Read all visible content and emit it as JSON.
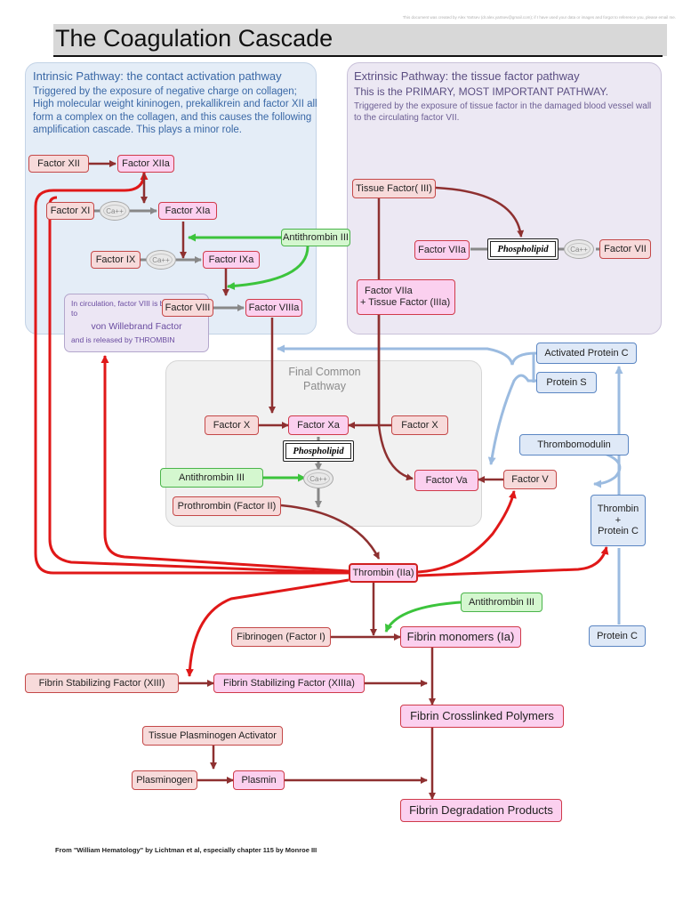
{
  "header": {
    "credit": "This document was created by Alex Yartsev (dr.alex.yartsev@gmail.com); if I have used your data or images and forgot to reference you, please email me.",
    "title": "The Coagulation Cascade"
  },
  "intrinsic": {
    "heading": "Intrinsic Pathway: the contact activation pathway",
    "text": "Triggered by the exposure of negative charge on collagen; High molecular weight kininogen, prekallikrein and factor XII all form a complex on the collagen, and this causes the following amplification cascade. This plays a minor role."
  },
  "extrinsic": {
    "heading": "Extrinsic Pathway: the tissue factor pathway",
    "primary": "This is the PRIMARY, MOST IMPORTANT PATHWAY.",
    "text": "Triggered by the exposure of tissue factor in the damaged blood vessel wall to the circulating factor VII."
  },
  "final_common": "Final Common Pathway",
  "vwf_note": {
    "line1": "In circulation, factor VIII is bound to",
    "line2": "von Willebrand Factor",
    "line3": "and is released by THROMBIN"
  },
  "calcium": "Ca++",
  "nodes": {
    "f12": "Factor XII",
    "f12a": "Factor XIIa",
    "f11": "Factor XI",
    "f11a": "Factor XIa",
    "f9": "Factor IX",
    "f9a": "Factor IXa",
    "at3_top": "Antithrombin III",
    "f8": "Factor VIII",
    "f8a": "Factor VIIIa",
    "tf": "Tissue Factor( III)",
    "f7a": "Factor VIIa",
    "phos_top": "Phospholipid",
    "f7": "Factor VII",
    "f7a_tf1": "Factor VIIa",
    "f7a_tf2": "+ Tissue Factor (IIIa)",
    "apc": "Activated Protein C",
    "ps": "Protein S",
    "tm": "Thrombomodulin",
    "f10_left": "Factor X",
    "f10a": "Factor Xa",
    "f10_right": "Factor X",
    "phos_mid": "Phospholipid",
    "at3_mid": "Antithrombin III",
    "f5a": "Factor Va",
    "f5": "Factor V",
    "prothrombin": "Prothrombin (Factor II)",
    "thrombin_pc1": "Thrombin",
    "thrombin_pc2": "+",
    "thrombin_pc3": "Protein C",
    "thrombin": "Thrombin (IIa)",
    "at3_bot": "Antithrombin III",
    "fibrinogen": "Fibrinogen (Factor I)",
    "fibrin_mono": "Fibrin monomers (Ia)",
    "protein_c": "Protein C",
    "f13": "Fibrin Stabilizing Factor (XIII)",
    "f13a": "Fibrin Stabilizing Factor (XIIIa)",
    "fibrin_poly": "Fibrin Crosslinked Polymers",
    "tpa": "Tissue Plasminogen Activator",
    "plasminogen": "Plasminogen",
    "plasmin": "Plasmin",
    "fdp": "Fibrin Degradation Products"
  },
  "footer": "From \"William Hematology\" by Lichtman et al, especially chapter 115 by Monroe III",
  "colors": {
    "inactive_fill": "#f7dada",
    "active_fill": "#fbd0ef",
    "activation_arrow": "#8e3030",
    "thrombin_arrow": "#e01818",
    "inhibition_arrow": "#3cc43c",
    "protein_c_arrow": "#9bbbe0"
  }
}
